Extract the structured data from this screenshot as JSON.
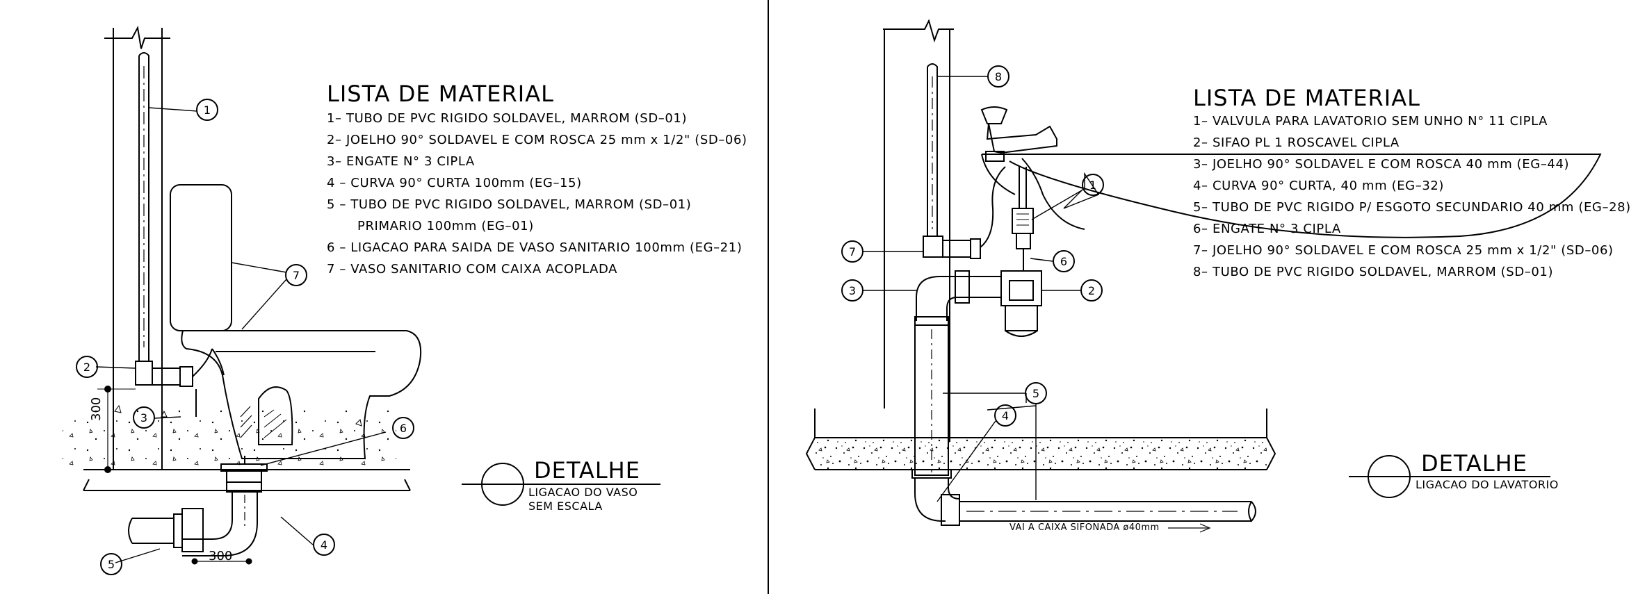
{
  "left_panel": {
    "list_title": "LISTA DE MATERIAL",
    "items": [
      "1– TUBO DE PVC RIGIDO SOLDAVEL, MARROM (SD–01)",
      "2– JOELHO 90° SOLDAVEL E COM ROSCA 25 mm x 1/2\" (SD–06)",
      "3– ENGATE N° 3 CIPLA",
      "4 – CURVA 90° CURTA 100mm (EG–15)",
      "5 – TUBO DE PVC RIGIDO SOLDAVEL, MARROM (SD–01)",
      "PRIMARIO 100mm (EG–01)",
      "6 – LIGACAO PARA SAIDA DE VASO SANITARIO 100mm (EG–21)",
      "7 – VASO SANITARIO COM CAIXA ACOPLADA"
    ],
    "detail_title": "DETALHE",
    "detail_subtitle_1": "LIGACAO DO VASO",
    "detail_subtitle_2": "SEM ESCALA",
    "dim_vertical": "300",
    "dim_horizontal": "300",
    "callouts": [
      "1",
      "2",
      "3",
      "4",
      "5",
      "6",
      "7"
    ]
  },
  "right_panel": {
    "list_title": "LISTA DE MATERIAL",
    "items": [
      "1– VALVULA PARA LAVATORIO SEM UNHO N° 11 CIPLA",
      "2– SIFAO PL 1 ROSCAVEL CIPLA",
      "3– JOELHO 90° SOLDAVEL E COM ROSCA 40 mm (EG–44)",
      "4– CURVA 90° CURTA, 40 mm (EG–32)",
      "5– TUBO DE PVC RIGIDO P/ ESGOTO SECUNDARIO 40 mm (EG–28)",
      "6– ENGATE N° 3 CIPLA",
      "7– JOELHO 90° SOLDAVEL E COM ROSCA 25 mm x 1/2\" (SD–06)",
      "8– TUBO DE PVC RIGIDO SOLDAVEL, MARROM (SD–01)"
    ],
    "detail_title": "DETALHE",
    "detail_subtitle": "LIGACAO DO LAVATORIO",
    "drain_note": "VAI A CAIXA SIFONADA ø40mm",
    "callouts": [
      "1",
      "2",
      "3",
      "4",
      "5",
      "6",
      "7",
      "8"
    ]
  }
}
